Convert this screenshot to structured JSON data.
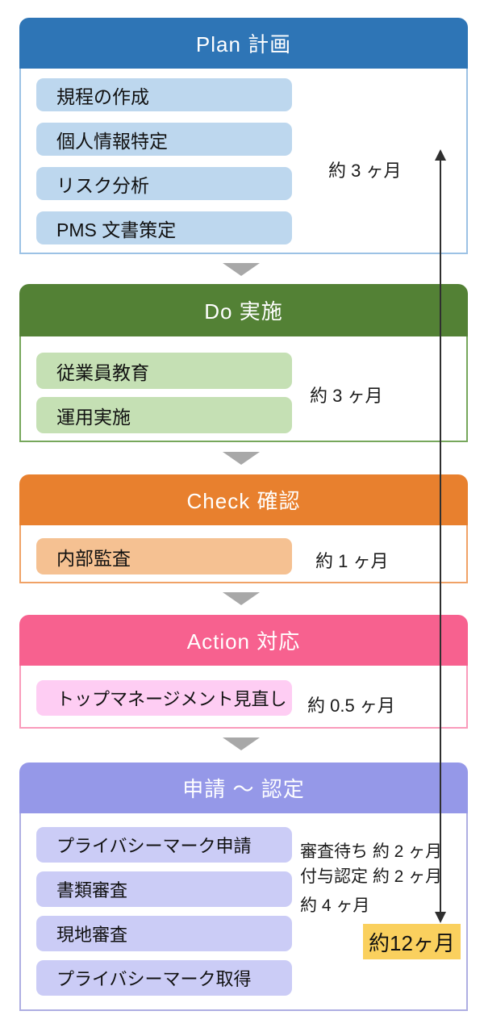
{
  "sections": [
    {
      "id": "plan",
      "title": "Plan 計画",
      "header_color": "#2E75B6",
      "item_color": "#BDD7EE",
      "items": [
        "規程の作成",
        "個人情報特定",
        "リスク分析",
        "PMS 文書策定"
      ],
      "duration": "約 3 ヶ月"
    },
    {
      "id": "do",
      "title": "Do 実施",
      "header_color": "#538135",
      "item_color": "#C5E0B4",
      "items": [
        "従業員教育",
        "運用実施"
      ],
      "duration": "約 3 ヶ月"
    },
    {
      "id": "check",
      "title": "Check 確認",
      "header_color": "#E8802E",
      "item_color": "#F5C192",
      "items": [
        "内部監査"
      ],
      "duration": "約 1 ヶ月"
    },
    {
      "id": "action",
      "title": "Action 対応",
      "header_color": "#F7618F",
      "item_color": "#FECDF3",
      "items": [
        "トップマネージメント見直し"
      ],
      "duration": "約 0.5 ヶ月"
    },
    {
      "id": "apply",
      "title": "申請 ～ 認定",
      "header_color": "#9598E8",
      "item_color": "#CBCCF6",
      "items": [
        "プライバシーマーク申請",
        "書類審査",
        "現地審査",
        "プライバシーマーク取得"
      ],
      "duration_lines": [
        "審査待ち 約 2 ヶ月",
        "付与認定 約 2 ヶ月",
        "約 4 ヶ月"
      ]
    }
  ],
  "total_duration": {
    "label": "約12ヶ月",
    "highlight_color": "#FAD05E"
  },
  "timeline_arrow_color": "#2F2F2F",
  "flow_triangle_color": "#A8A8A8"
}
